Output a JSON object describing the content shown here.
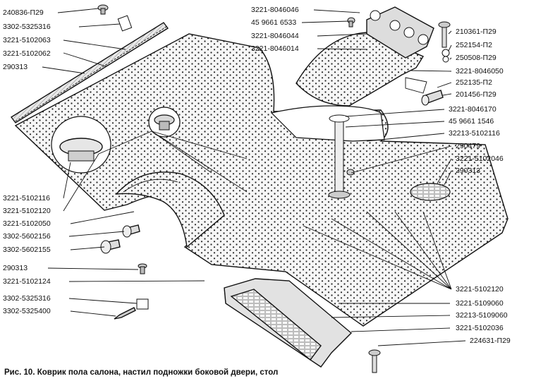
{
  "caption": "Рис. 10. Коврик пола салона, настил подножки боковой двери, стол",
  "callouts": {
    "c01": "240836-П29",
    "c02": "3302-5325316",
    "c03": "3221-5102063",
    "c04": "3221-5102062",
    "c05": "290313",
    "c06": "3221-5102116",
    "c07": "3221-5102120",
    "c08": "3221-5102050",
    "c09": "3302-5602156",
    "c10": "3302-5602155",
    "c11": "290313",
    "c12": "3221-5102124",
    "c13": "3302-5325316",
    "c14": "3302-5325400",
    "c15": "3221-8046046",
    "c16": "45 9661 6533",
    "c17": "3221-8046044",
    "c18": "3221-8046014",
    "c19": "210361-П29",
    "c20": "252154-П2",
    "c21": "250508-П29",
    "c22": "3221-8046050",
    "c23": "252135-П2",
    "c24": "201456-П29",
    "c25": "3221-8046170",
    "c26": "45 9661 1546",
    "c27": "32213-5102116",
    "c28": "290479",
    "c29": "3221-5102046",
    "c30": "290313",
    "c31": "3221-5102120",
    "c32": "3221-5109060",
    "c33": "32213-5109060",
    "c34": "3221-5102036",
    "c35": "224631-П29"
  },
  "colors": {
    "ink": "#111111",
    "paper": "#ffffff",
    "mat": "#f4f4f4",
    "hatch": "#cfcfcf"
  }
}
